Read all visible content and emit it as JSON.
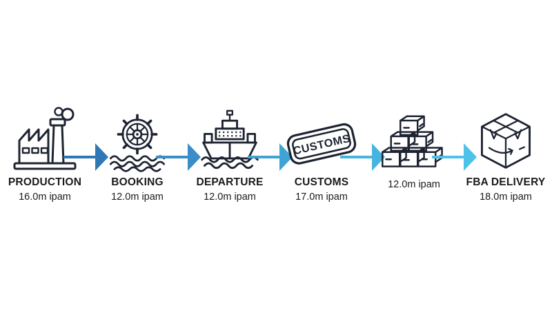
{
  "colors": {
    "background": "#ffffff",
    "icon_stroke": "#1d2331",
    "text": "#1a1a1a",
    "arrow_colors": [
      "#2f78b6",
      "#3a8dc8",
      "#3fa3d5",
      "#47b4df",
      "#4ec2e9"
    ]
  },
  "stages": [
    {
      "title": "PRODUCTION",
      "value": "16.0m ipam",
      "icon": "factory-icon"
    },
    {
      "title": "BOOKING",
      "value": "12.0m ipam",
      "icon": "ship-helm-icon"
    },
    {
      "title": "DEPARTURE",
      "value": "12.0m ipam",
      "icon": "cargo-ship-icon"
    },
    {
      "title": "CUSTOMS",
      "value": "17.0m ipam",
      "icon": "customs-stamp-icon",
      "stamp_text": "CUSTOMS"
    },
    {
      "title": "",
      "value": "12.0m ipam",
      "icon": "package-stack-icon"
    },
    {
      "title": "FBA DELIVERY",
      "value": "18.0m ipam",
      "icon": "delivery-box-icon"
    }
  ]
}
